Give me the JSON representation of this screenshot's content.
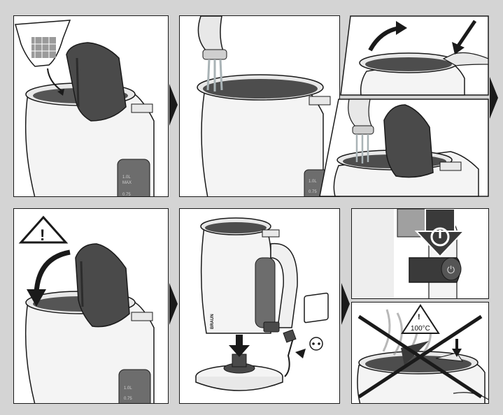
{
  "panels": [
    {
      "id": 1,
      "label": "step-1-insert-filter"
    },
    {
      "id": 2,
      "label": "step-2-fill-water"
    },
    {
      "id": 3,
      "label": "step-3-open-lid-fill"
    },
    {
      "id": 4,
      "label": "step-4-close-lid"
    },
    {
      "id": 5,
      "label": "step-5-place-on-base-plug-in"
    },
    {
      "id": 6,
      "label": "step-6-switch-on"
    },
    {
      "id": 7,
      "label": "step-7-hot-warning"
    }
  ],
  "labels": {
    "scale_1_0": "1.0L",
    "scale_max": "MAX",
    "scale_0_75": "0.75",
    "brand": "BRAUN",
    "temperature_warning": "100°C",
    "warning_mark": "!"
  },
  "colors": {
    "background": "#d4d4d4",
    "lid": "#4a4a4a",
    "lid_dark": "#3a3a3a",
    "outline": "#1a1a1a",
    "water": "#a9b3b6",
    "arrow": "#1a1a1a"
  },
  "icons": [
    "warning-triangle-icon",
    "power-button-icon",
    "plug-icon",
    "socket-icon",
    "hot-warning-icon",
    "cross-out-icon"
  ]
}
